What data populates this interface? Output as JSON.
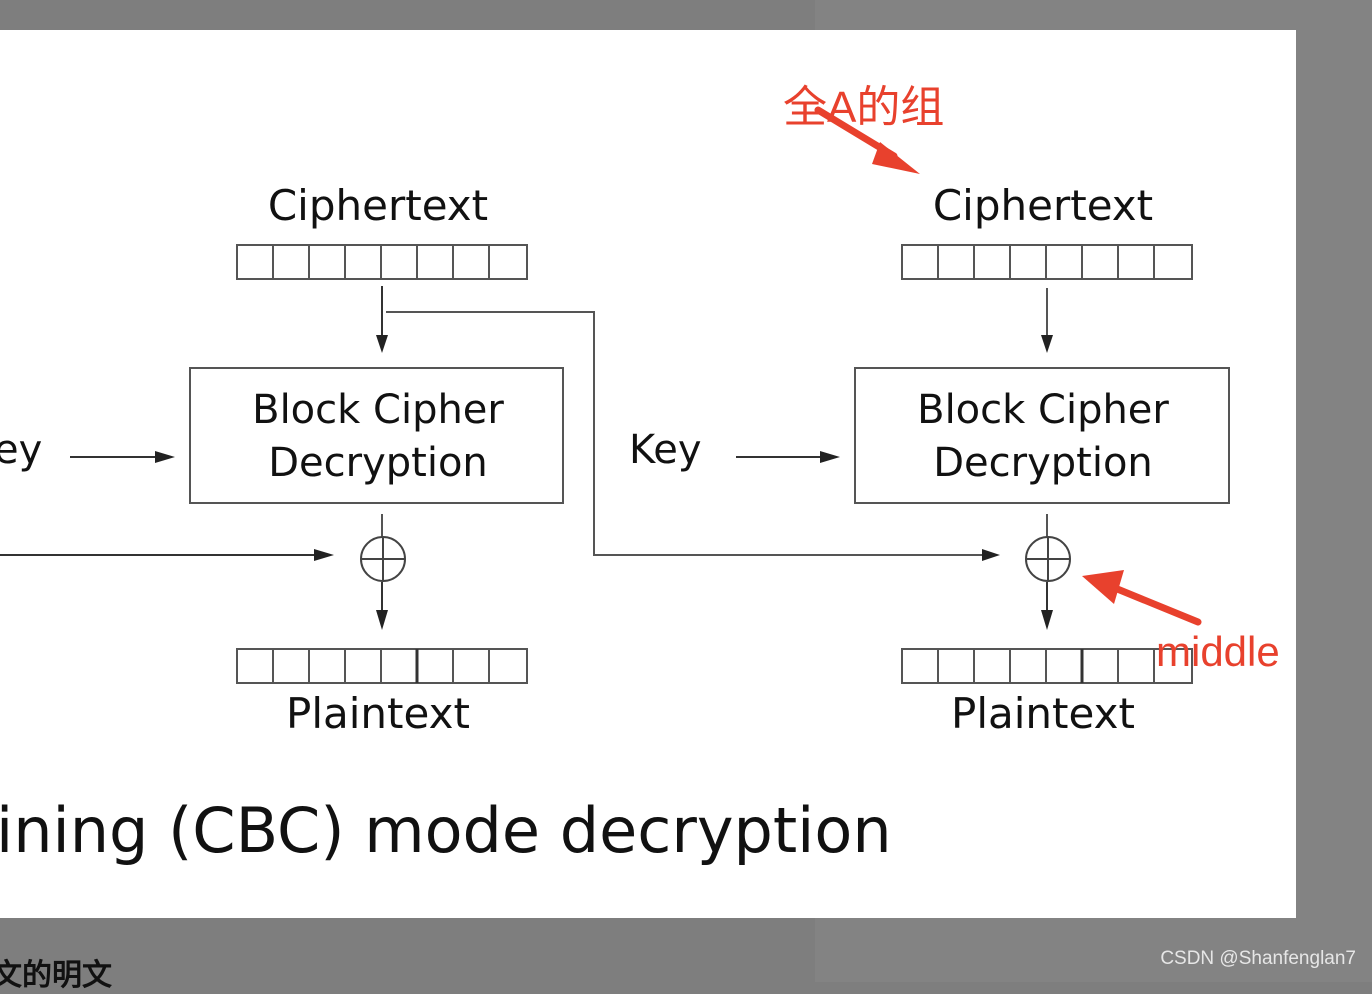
{
  "diagram": {
    "left_block": {
      "ciphertext_label": "Ciphertext",
      "cipher_box_line1": "Block Cipher",
      "cipher_box_line2": "Decryption",
      "key_label": "ey",
      "plaintext_label": "Plaintext"
    },
    "right_block": {
      "ciphertext_label": "Ciphertext",
      "cipher_box_line1": "Block Cipher",
      "cipher_box_line2": "Decryption",
      "key_label": "Key",
      "plaintext_label": "Plaintext"
    },
    "caption": "ining (CBC) mode decryption",
    "cells_per_block": 8
  },
  "annotations": {
    "top_note": "全A的组",
    "middle_note": "middle",
    "color": "#e8412d"
  },
  "page": {
    "bottom_text": "文的明文",
    "watermark": "CSDN @Shanfenglan7"
  }
}
